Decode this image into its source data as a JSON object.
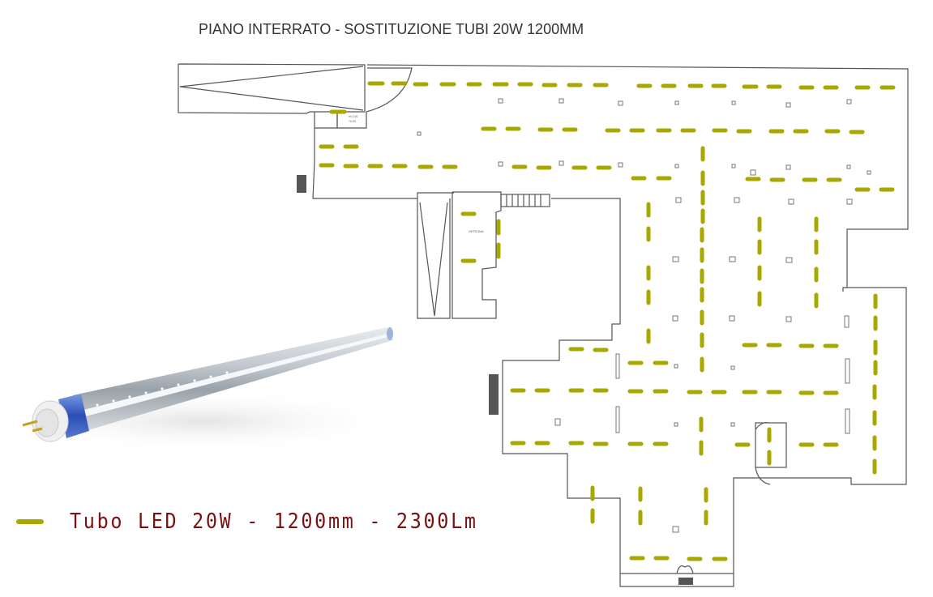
{
  "title": "PIANO INTERRATO - SOSTITUZIONE TUBI 20W 1200MM",
  "legend": {
    "symbol": "yellow-dash",
    "label": "Tubo LED 20W - 1200mm - 2300Lm",
    "color": "#a8a800",
    "text_color": "#7a1010"
  },
  "plan": {
    "room_labels": [
      "OFFICINA"
    ],
    "small_labels": [
      "H=2.20",
      "+0.00"
    ],
    "wall_color": "#555555",
    "tube_color": "#a8a800",
    "stair_count": 1,
    "exits": 3
  },
  "product_image": {
    "description": "LED T8 tube with blue end cap and bi-pin connector"
  }
}
